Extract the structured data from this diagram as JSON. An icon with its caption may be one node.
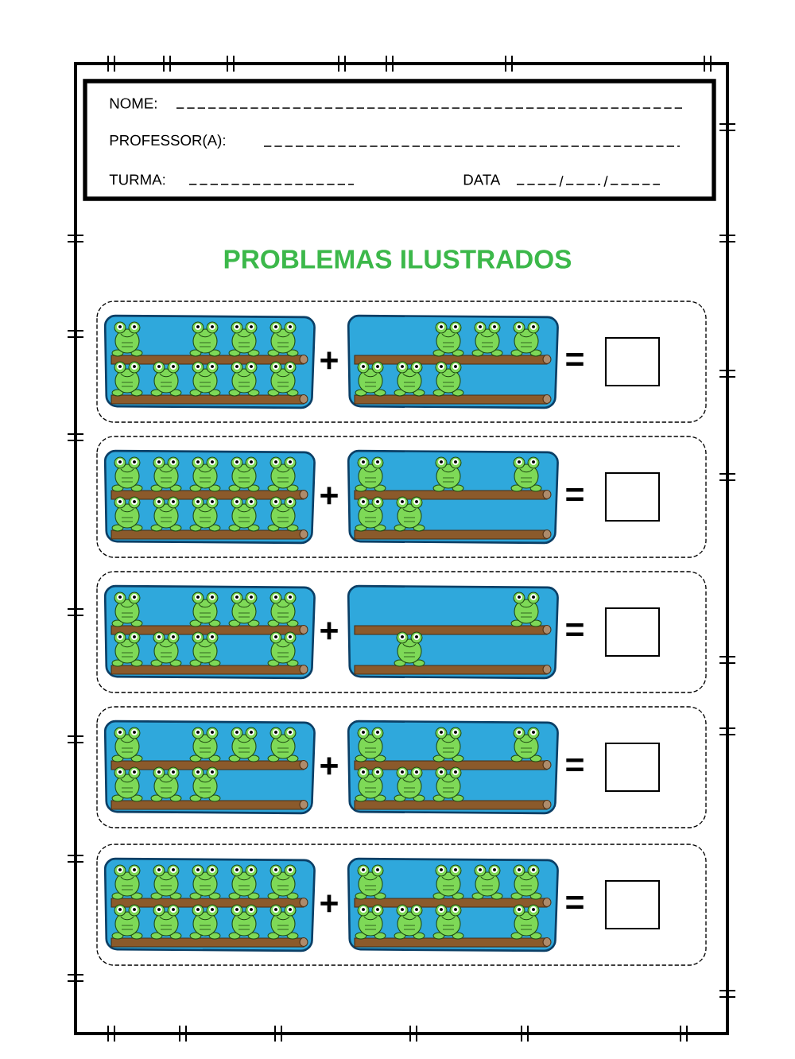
{
  "diagram": {
    "title": "PROBLEMAS ILUSTRADOS",
    "labels": [
      "NOME:",
      "PROFESSOR(A):",
      "TURMA:",
      "DATA",
      "/",
      "/",
      "+",
      "=",
      "+",
      "=",
      "+",
      "=",
      "+",
      "=",
      "+",
      "="
    ]
  }
}
